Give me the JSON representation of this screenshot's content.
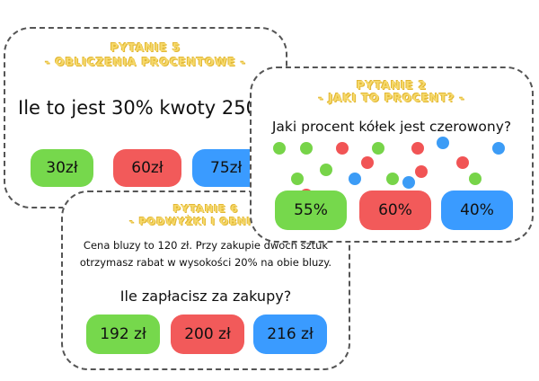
{
  "card5": {
    "title": "PYTANIE 5",
    "subtitle": "- OBLICZENIA PROCENTOWE -",
    "question": "Ile to jest 30% kwoty 250",
    "answers": [
      "30zł",
      "60zł",
      "75zł"
    ]
  },
  "card2": {
    "title": "PYTANIE 2",
    "subtitle": "- JAKI TO PROCENT? -",
    "question": "Jaki procent kółek jest czerowony?",
    "dots": [
      "green",
      "green",
      "red",
      "green",
      "red",
      "blue",
      "blue",
      "green",
      "red",
      "red",
      "green",
      "blue",
      "green",
      "red",
      "blue",
      "red",
      "green"
    ],
    "answers": [
      "55%",
      "60%",
      "40%"
    ]
  },
  "card6": {
    "title": "PYTANIE 6",
    "subtitle": "- PODWYŻKI I OBNIŻKI -",
    "text_line1": "Cena bluzy to 120 zł. Przy zakupie dwóch sztuk",
    "text_line2": "otrzymasz rabat w wysokości 20% na obie bluzy.",
    "question": "Ile zapłacisz za zakupy?",
    "answers": [
      "192 zł",
      "200 zł",
      "216 zł"
    ]
  },
  "colors": {
    "green": "#76d84c",
    "red": "#f25a5a",
    "blue": "#3a9bff",
    "title_yellow": "#f6d96b",
    "border": "#555555"
  }
}
